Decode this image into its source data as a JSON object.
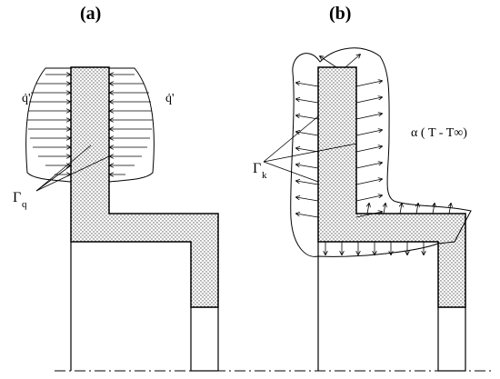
{
  "panels": [
    {
      "id": "a",
      "label": "(a)",
      "flux_left": "q̇'",
      "flux_right": "q̇'",
      "boundary_symbol": "Γ",
      "boundary_subscript": "q"
    },
    {
      "id": "b",
      "label": "(b)",
      "convection_expr": "α ( T - T∞)",
      "boundary_symbol": "Γ",
      "boundary_subscript": "k"
    }
  ],
  "colors": {
    "stroke": "#000000",
    "fill_hatch": "#d8d8d8"
  }
}
